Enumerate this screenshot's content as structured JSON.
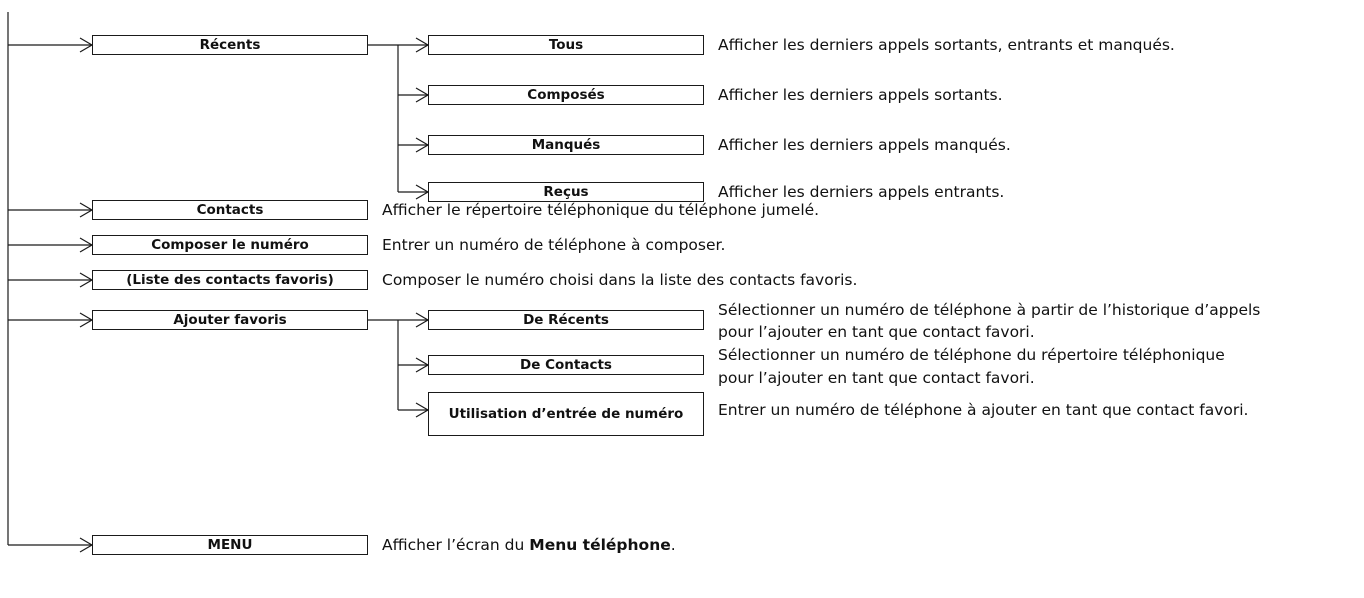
{
  "items": [
    {
      "id": "recents",
      "label": "Récents",
      "description": "",
      "children": [
        {
          "id": "tous",
          "label": "Tous",
          "description": "Afficher les derniers appels sortants, entrants et manqués."
        },
        {
          "id": "composes",
          "label": "Composés",
          "description": "Afficher les derniers appels sortants."
        },
        {
          "id": "manques",
          "label": "Manqués",
          "description": "Afficher les derniers appels manqués."
        },
        {
          "id": "recus",
          "label": "Reçus",
          "description": "Afficher les derniers appels entrants."
        }
      ]
    },
    {
      "id": "contacts",
      "label": "Contacts",
      "description": "Afficher le répertoire téléphonique du téléphone jumelé."
    },
    {
      "id": "composer",
      "label": "Composer le numéro",
      "description": "Entrer un numéro de téléphone à composer."
    },
    {
      "id": "favoris-list",
      "label": "(Liste des contacts favoris)",
      "description": "Composer le numéro choisi dans la liste des contacts favoris."
    },
    {
      "id": "ajouter-favoris",
      "label": "Ajouter favoris",
      "description": "",
      "children": [
        {
          "id": "de-recents",
          "label": "De Récents",
          "description": [
            "Sélectionner un numéro de téléphone à partir de l’historique d’appels",
            "pour l’ajouter en tant que contact favori."
          ]
        },
        {
          "id": "de-contacts",
          "label": "De Contacts",
          "description": [
            "Sélectionner un numéro de téléphone du répertoire téléphonique",
            "pour l’ajouter en tant que contact favori."
          ]
        },
        {
          "id": "utilisation",
          "label": "Utilisation d’entrée de numéro",
          "description": "Entrer un numéro de téléphone à ajouter en tant que contact favori."
        }
      ]
    },
    {
      "id": "menu",
      "label": "MENU",
      "description": {
        "prefix": "Afficher l’écran du ",
        "bold": "Menu téléphone",
        "suffix": "."
      }
    }
  ]
}
